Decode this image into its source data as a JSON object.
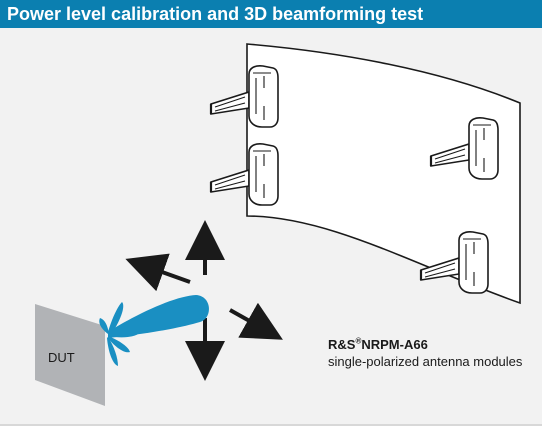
{
  "header": {
    "title": "Power level calibration and 3D beamforming test",
    "color": "#0b7fb0"
  },
  "dut": {
    "label": "DUT",
    "fill_color": "#b1b3b6",
    "beam_color": "#1a8fc2"
  },
  "caption": {
    "product_prefix": "R&S",
    "product_reg": "®",
    "product_model": "NRPM-A66",
    "description": "single-polarized antenna modules"
  },
  "icons": [
    "antenna-module-icon",
    "arrow-icon"
  ]
}
